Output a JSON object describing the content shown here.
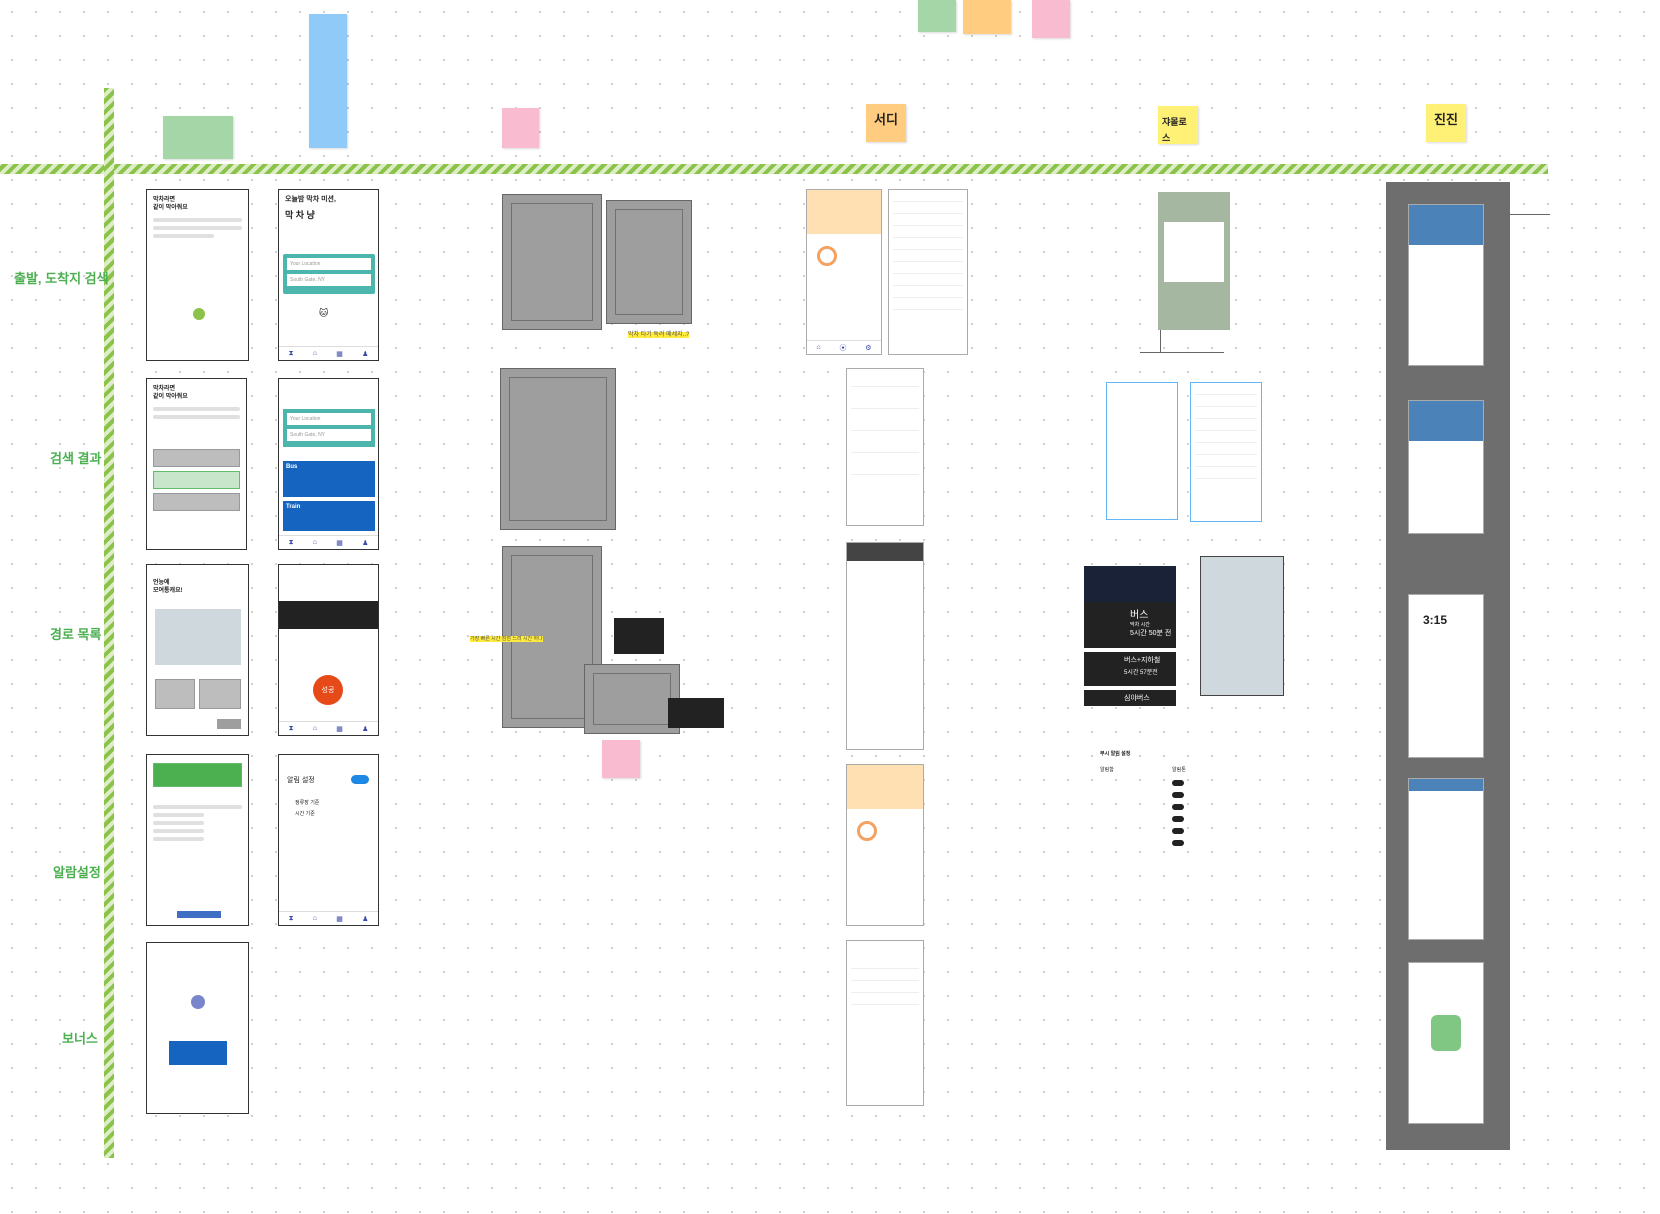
{
  "sections": {
    "departure": "출발, 도착지 검색",
    "results": "검색 결과",
    "route_list": "경로 목록",
    "alarm": "알람설정",
    "bonus": "보너스"
  },
  "team_labels": {
    "sherdi": "서디",
    "jamloss": "쟈몰로스",
    "jinjin": "진진"
  },
  "wireframes": {
    "search_title": "막차라면\n같이 막아줘요",
    "result_title": "막차라면\n같이 막아줘요",
    "route_title": "언능에\n모여통캐요!",
    "mission_title": "오늘밤 막차 미션,",
    "mission_big": "막 차 냥",
    "your_location": "Your Location",
    "south_gate": "South Gate, NY",
    "bus_label": "Bus",
    "train_label": "Train",
    "alarm_settings": "알림 설정",
    "alarm_opt1": "정류장 기준",
    "alarm_opt2": "시간 기준",
    "success_btn": "성공"
  },
  "sketch_notes": {
    "highlight1": "막차 타기 독려 메세지..?",
    "highlight2": "가장 빠른 시간 점점 느려 시간 하나"
  },
  "dark_cards": {
    "bus": "버스",
    "bus_sub": "막차 시간",
    "bus_time": "5시간 50분 전",
    "bus_subway": "버스+지하철",
    "bus_subway_time": "5시간 57분전",
    "night_bus": "심야버스"
  },
  "alarm_panel": {
    "title": "부시 알림 설정",
    "col1": "알림함",
    "col2": "알림톤"
  },
  "right_phone": {
    "clock": "3:15"
  },
  "colors": {
    "accent_green": "#8bc34a",
    "label_green": "#4caf50",
    "dark_panel": "#6e6e6e",
    "phone_header": "#ffe0b2"
  }
}
